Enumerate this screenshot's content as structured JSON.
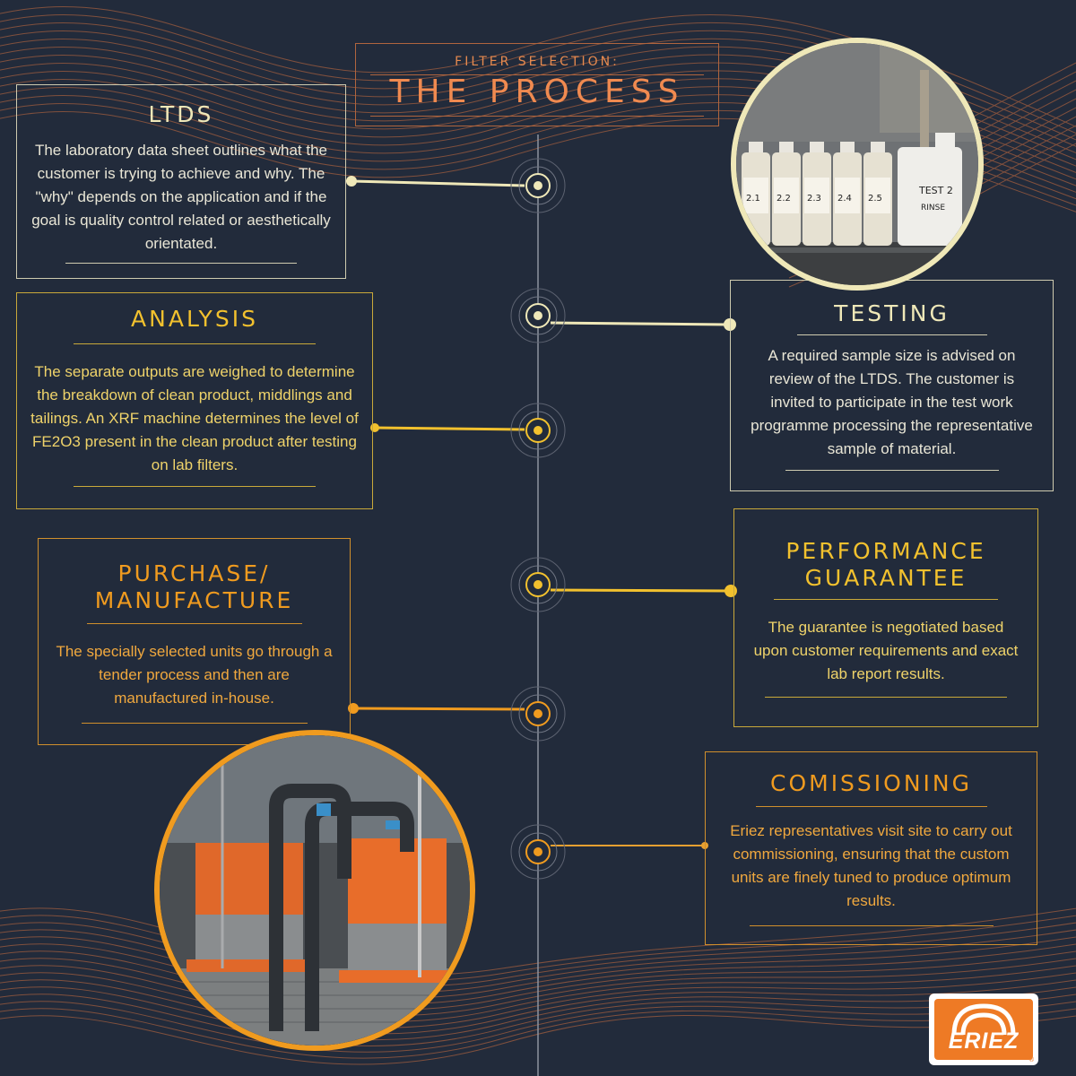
{
  "title": {
    "kicker": "FILTER SELECTION:",
    "main": "THE PROCESS"
  },
  "colors": {
    "background": "#222b3b",
    "cream": "#efe8b8",
    "gold": "#f2c12e",
    "amber": "#f09b1f",
    "orange": "#ee7a25"
  },
  "steps": [
    {
      "id": "ltds",
      "title": "LTDS",
      "text": "The laboratory data sheet outlines what the customer is trying to achieve and why. The \"why\" depends on the application and if the goal is quality control related or aesthetically orientated."
    },
    {
      "id": "testing",
      "title": "TESTING",
      "text": "A required sample size is advised on review of the LTDS. The customer is invited to participate in the test work programme processing the representative sample of material."
    },
    {
      "id": "analysis",
      "title": "ANALYSIS",
      "text": "The separate outputs are weighed to determine the  breakdown of clean product, middlings and tailings. An XRF machine determines the level of FE2O3 present in the clean product after testing on lab filters."
    },
    {
      "id": "performance",
      "title_lines": [
        "PERFORMANCE",
        "GUARANTEE"
      ],
      "text": "The guarantee is negotiated based upon customer requirements and exact lab report results."
    },
    {
      "id": "purchase",
      "title_lines": [
        "PURCHASE/",
        "MANUFACTURE"
      ],
      "text": "The specially selected units go through a tender process and then are manufactured in-house."
    },
    {
      "id": "commissioning",
      "title": "COMISSIONING",
      "text": "Eriez representatives visit site to carry out commissioning, ensuring that the custom units are finely tuned to produce optimum results."
    }
  ],
  "sample_bottles": [
    "2.1",
    "2.2",
    "2.3",
    "2.4",
    "2.5"
  ],
  "sample_jug": [
    "TEST 2",
    "RINSE"
  ],
  "logo": {
    "text": "ERIEZ",
    "mark": "®"
  }
}
